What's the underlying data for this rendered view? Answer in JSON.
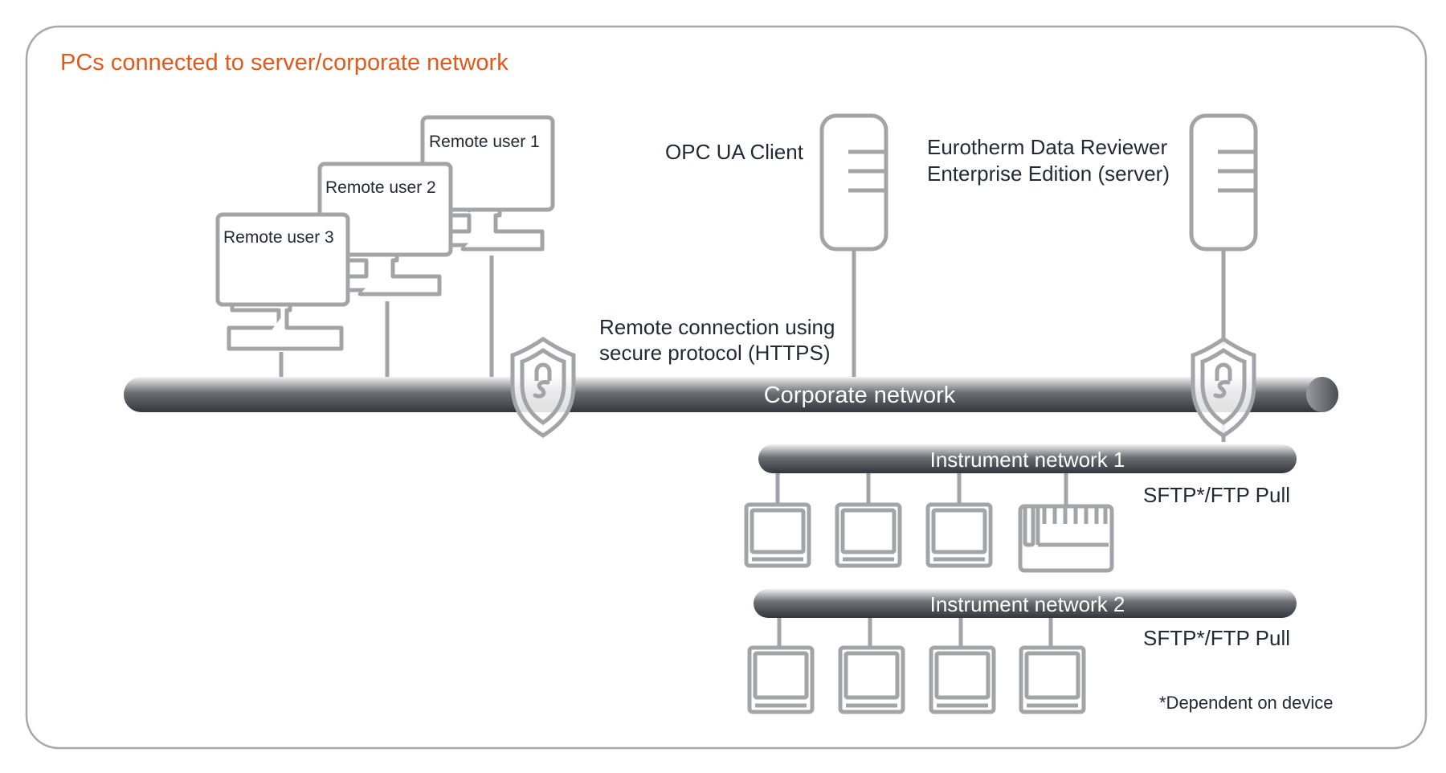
{
  "header": {
    "title": "PCs connected to server/corporate network"
  },
  "remote_users": [
    {
      "label": "Remote user 1"
    },
    {
      "label": "Remote user 2"
    },
    {
      "label": "Remote user 3"
    }
  ],
  "opc_client": {
    "label": "OPC UA Client"
  },
  "server": {
    "line1": "Eurotherm Data Reviewer",
    "line2": "Enterprise Edition (server)"
  },
  "remote_connection": {
    "line1": "Remote connection using",
    "line2": "secure protocol (HTTPS)"
  },
  "networks": {
    "corporate": "Corporate network",
    "instrument1": "Instrument network 1",
    "instrument2": "Instrument network 2"
  },
  "protocols": {
    "net1": "SFTP*/FTP Pull",
    "net2": "SFTP*/FTP Pull"
  },
  "footnote": "*Dependent on device",
  "colors": {
    "accent": "#e05a1c",
    "outline": "#a3a4a7",
    "bar_dark": "#3c3f45",
    "text": "#222a35"
  }
}
